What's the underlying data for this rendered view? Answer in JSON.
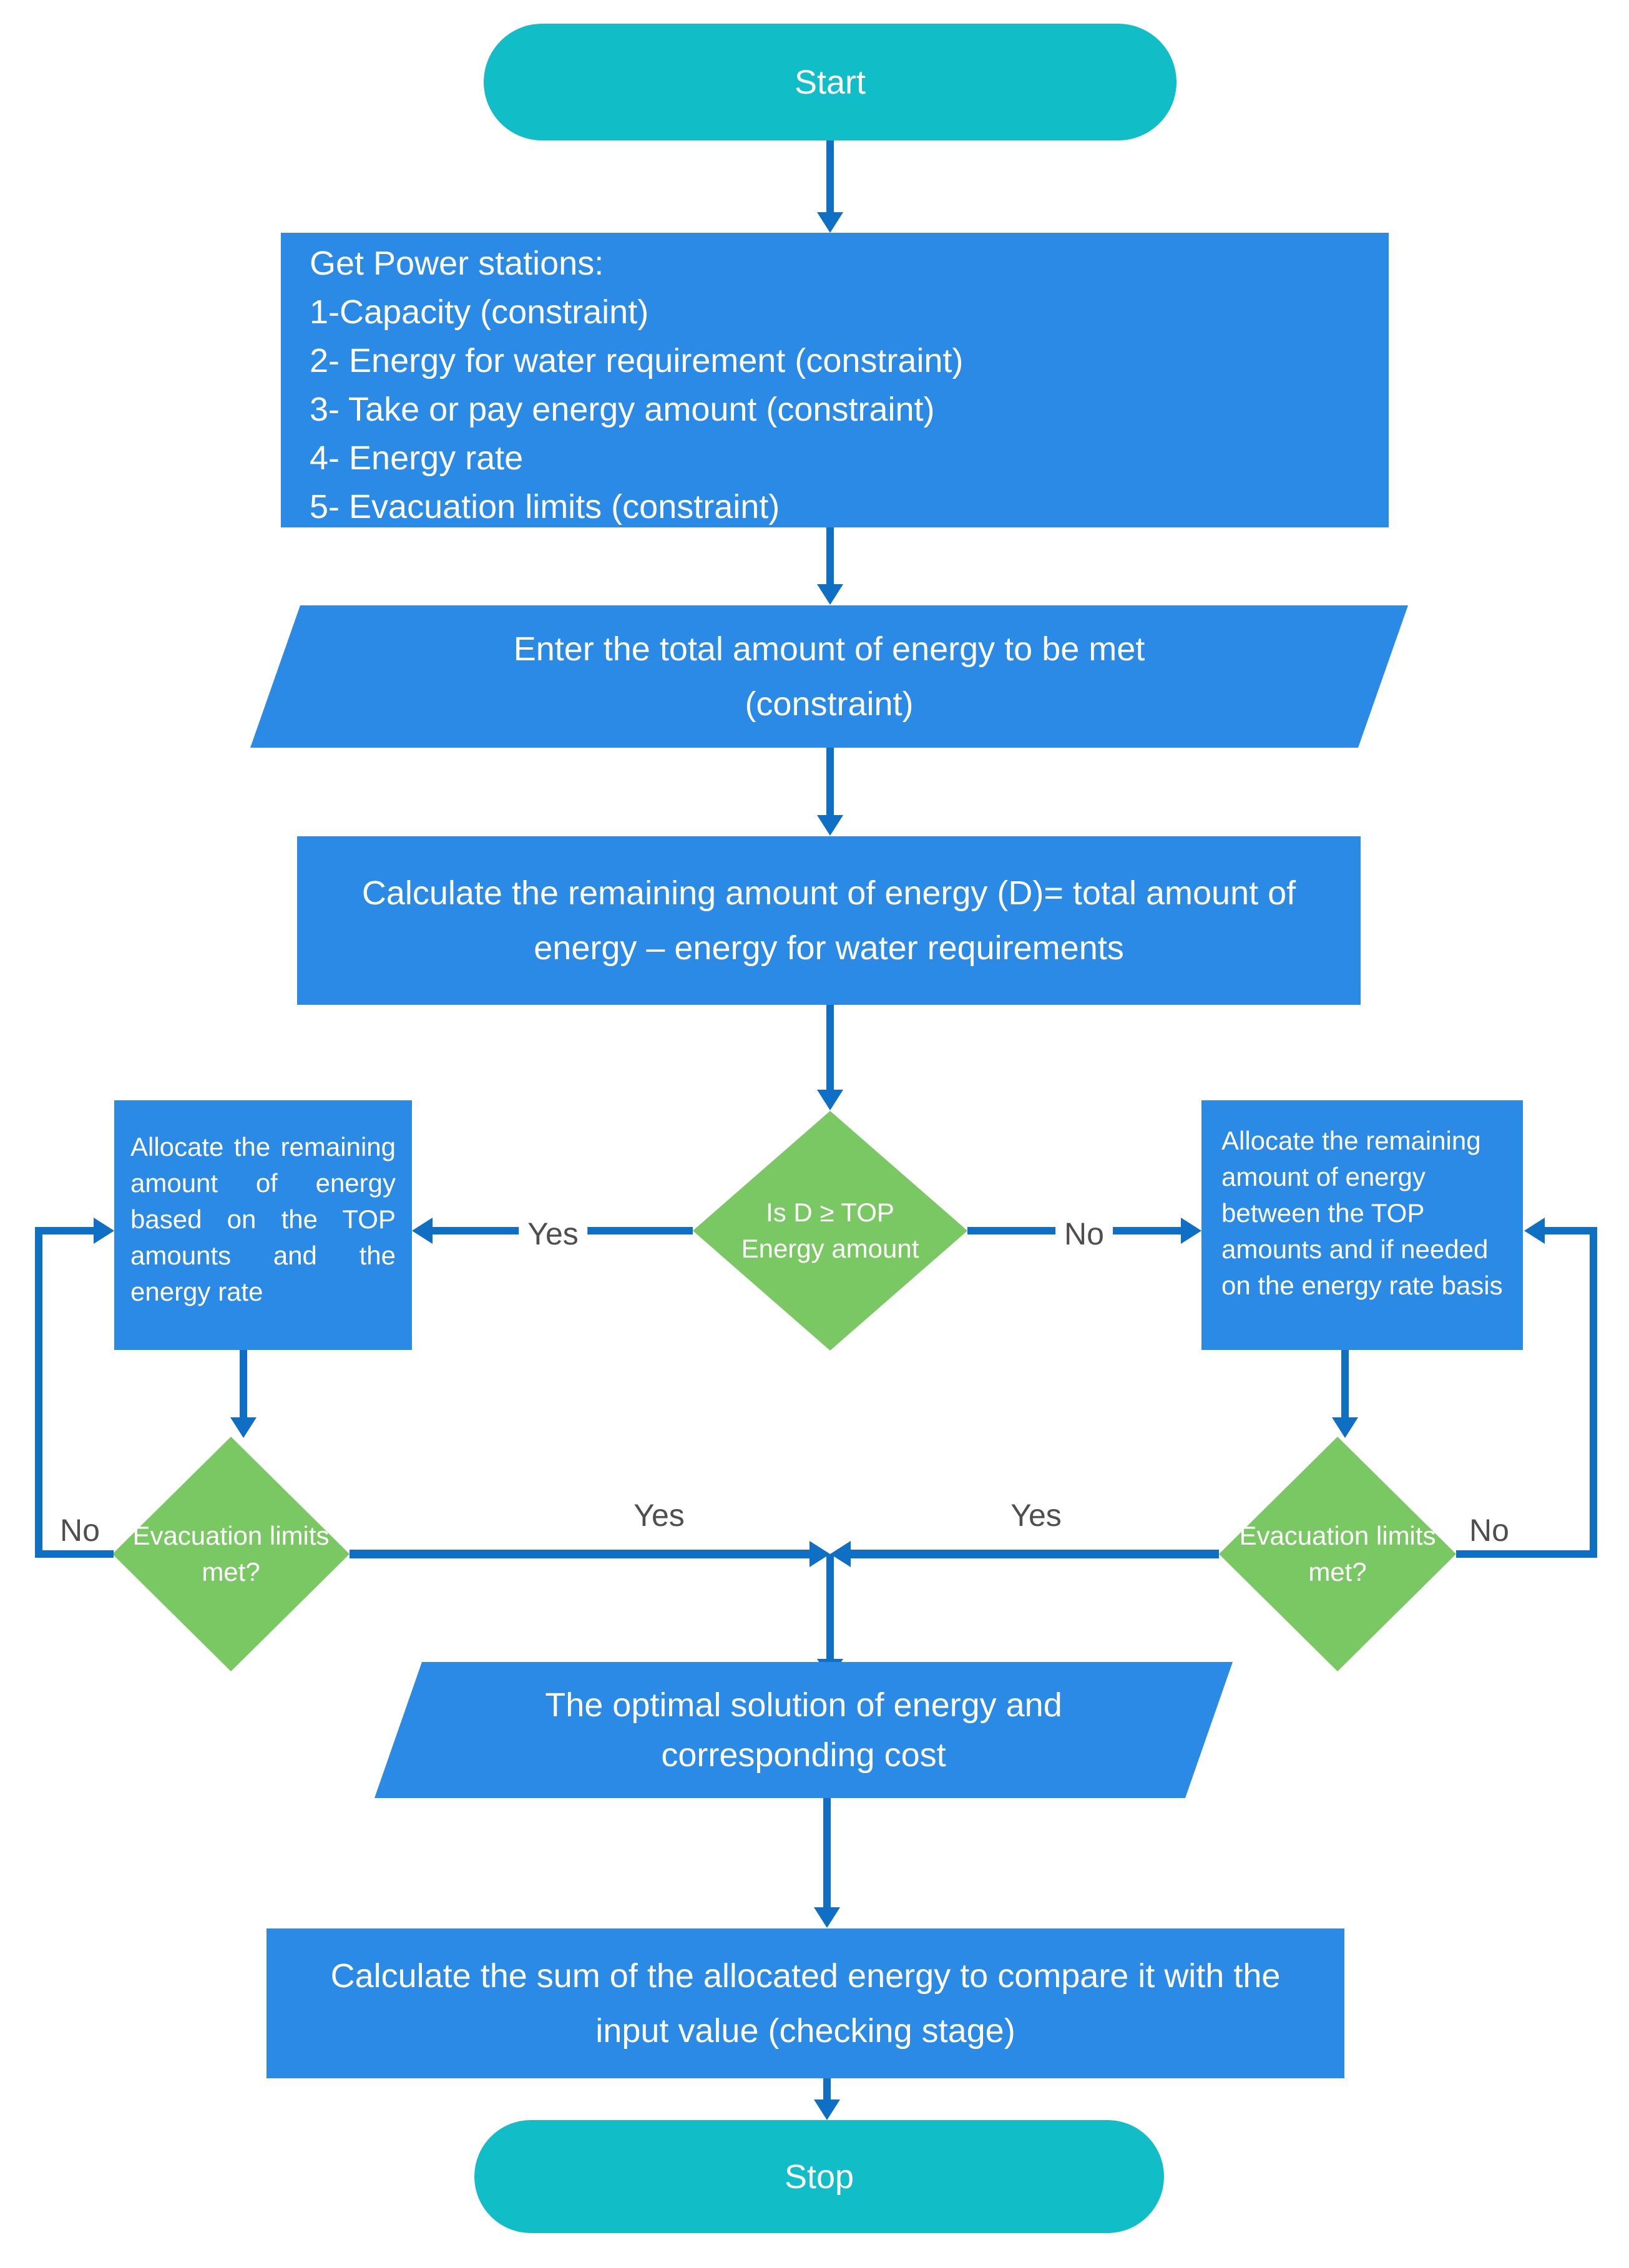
{
  "flowchart": {
    "colors": {
      "terminator_fill": "#11BDC7",
      "process_fill": "#2B8AE6",
      "decision_fill": "#79C863",
      "connector": "#0E6FC4",
      "edge_label_color": "#4F4F4F",
      "text_color": "#FFFFFF"
    },
    "nodes": {
      "start": {
        "label": "Start"
      },
      "get_power": {
        "lines": [
          "Get Power stations:",
          "1-Capacity (constraint)",
          "2- Energy for water requirement (constraint)",
          "3- Take or pay energy amount (constraint)",
          "4- Energy rate",
          "5- Evacuation limits (constraint)"
        ]
      },
      "enter_total": {
        "line1": "Enter the total amount of energy to be met",
        "line2": "(constraint)"
      },
      "calc_remaining": {
        "line1": "Calculate the remaining amount of energy (D)= total amount of",
        "line2": "energy – energy for water requirements"
      },
      "decision_top": {
        "line1": "Is D ≥ TOP",
        "line2": "Energy amount"
      },
      "allocate_left": {
        "text": "Allocate the remaining amount of energy based on the TOP amounts and the energy rate"
      },
      "allocate_right": {
        "text": "Allocate the remaining amount of energy between the TOP amounts and if needed on the energy rate basis"
      },
      "evac_left": {
        "line1": "Evacuation limits",
        "line2": "met?"
      },
      "evac_right": {
        "line1": "Evacuation limits",
        "line2": "met?"
      },
      "optimal": {
        "line1": "The optimal solution of energy and",
        "line2": "corresponding cost"
      },
      "calc_sum": {
        "line1": "Calculate the sum of the allocated energy to compare it with the",
        "line2": "input value (checking stage)"
      },
      "stop": {
        "label": "Stop"
      }
    },
    "edge_labels": {
      "yes_to_left_box": "Yes",
      "no_to_right_box": "No",
      "no_loop_left": "No",
      "no_loop_right": "No",
      "yes_bottom_left": "Yes",
      "yes_bottom_right": "Yes"
    }
  }
}
